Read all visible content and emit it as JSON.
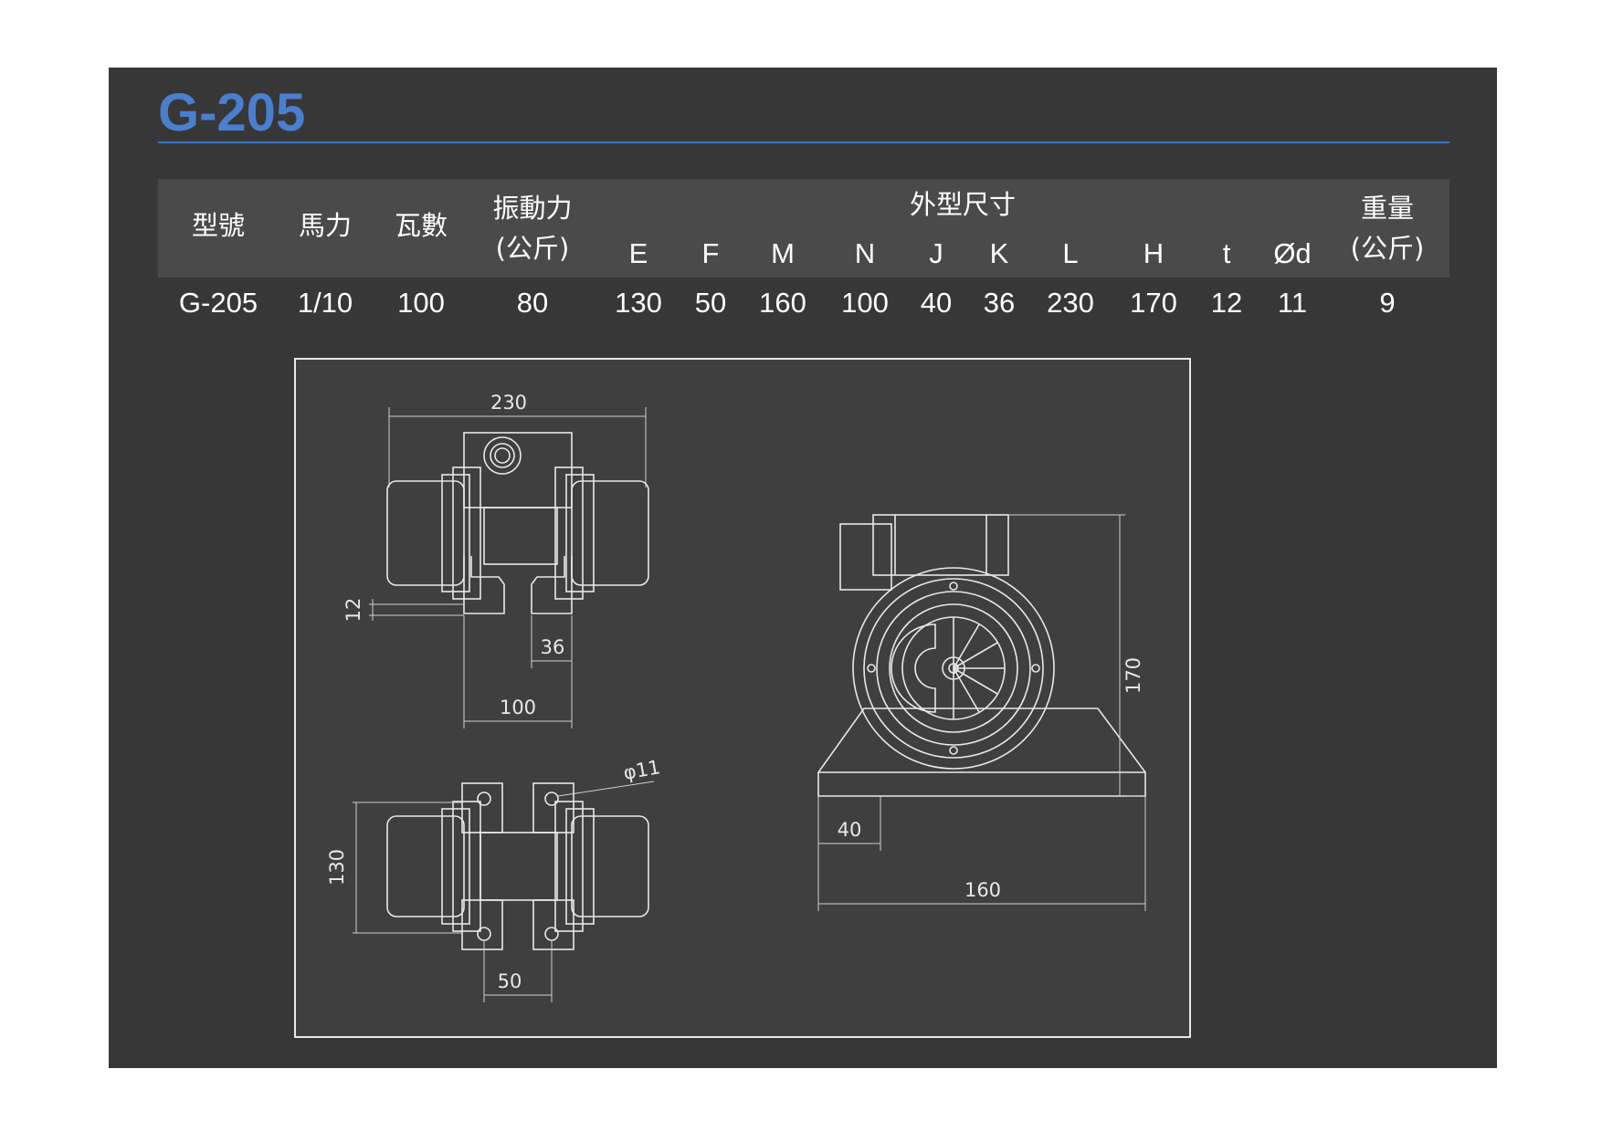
{
  "title": "G-205",
  "table": {
    "headers": {
      "model": "型號",
      "horsepower": "馬力",
      "watts": "瓦數",
      "vibration_force": [
        "振動力",
        "(公斤)"
      ],
      "dimensions_group": "外型尺寸",
      "dimension_letters": [
        "E",
        "F",
        "M",
        "N",
        "J",
        "K",
        "L",
        "H",
        "t",
        "Ød"
      ],
      "weight": [
        "重量",
        "(公斤)"
      ]
    },
    "row": {
      "model": "G-205",
      "horsepower": "1/10",
      "watts": "100",
      "vibration_force": "80",
      "E": "130",
      "F": "50",
      "M": "160",
      "N": "100",
      "J": "40",
      "K": "36",
      "L": "230",
      "H": "170",
      "t": "12",
      "d": "11",
      "weight": "9"
    }
  },
  "drawing": {
    "dimension_labels": {
      "length": "230",
      "thickness": "12",
      "slot_k": "36",
      "slot_n": "100",
      "hole": "φ11",
      "width_e": "130",
      "pitch_f": "50",
      "foot_j": "40",
      "base_m": "160",
      "height_h": "170"
    }
  }
}
